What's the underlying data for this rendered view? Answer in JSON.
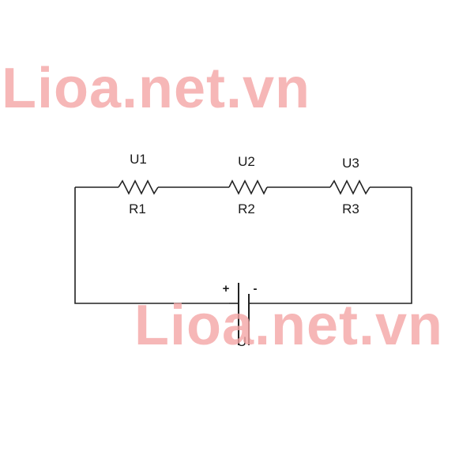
{
  "watermark": {
    "text": "Lioa.net.vn",
    "color": "#f4a6a6"
  },
  "circuit": {
    "components": [
      {
        "voltage_label": "U1",
        "name_label": "R1"
      },
      {
        "voltage_label": "U2",
        "name_label": "R2"
      },
      {
        "voltage_label": "U3",
        "name_label": "R3"
      }
    ],
    "source": {
      "label": "U",
      "plus": "+",
      "minus": "-"
    }
  }
}
